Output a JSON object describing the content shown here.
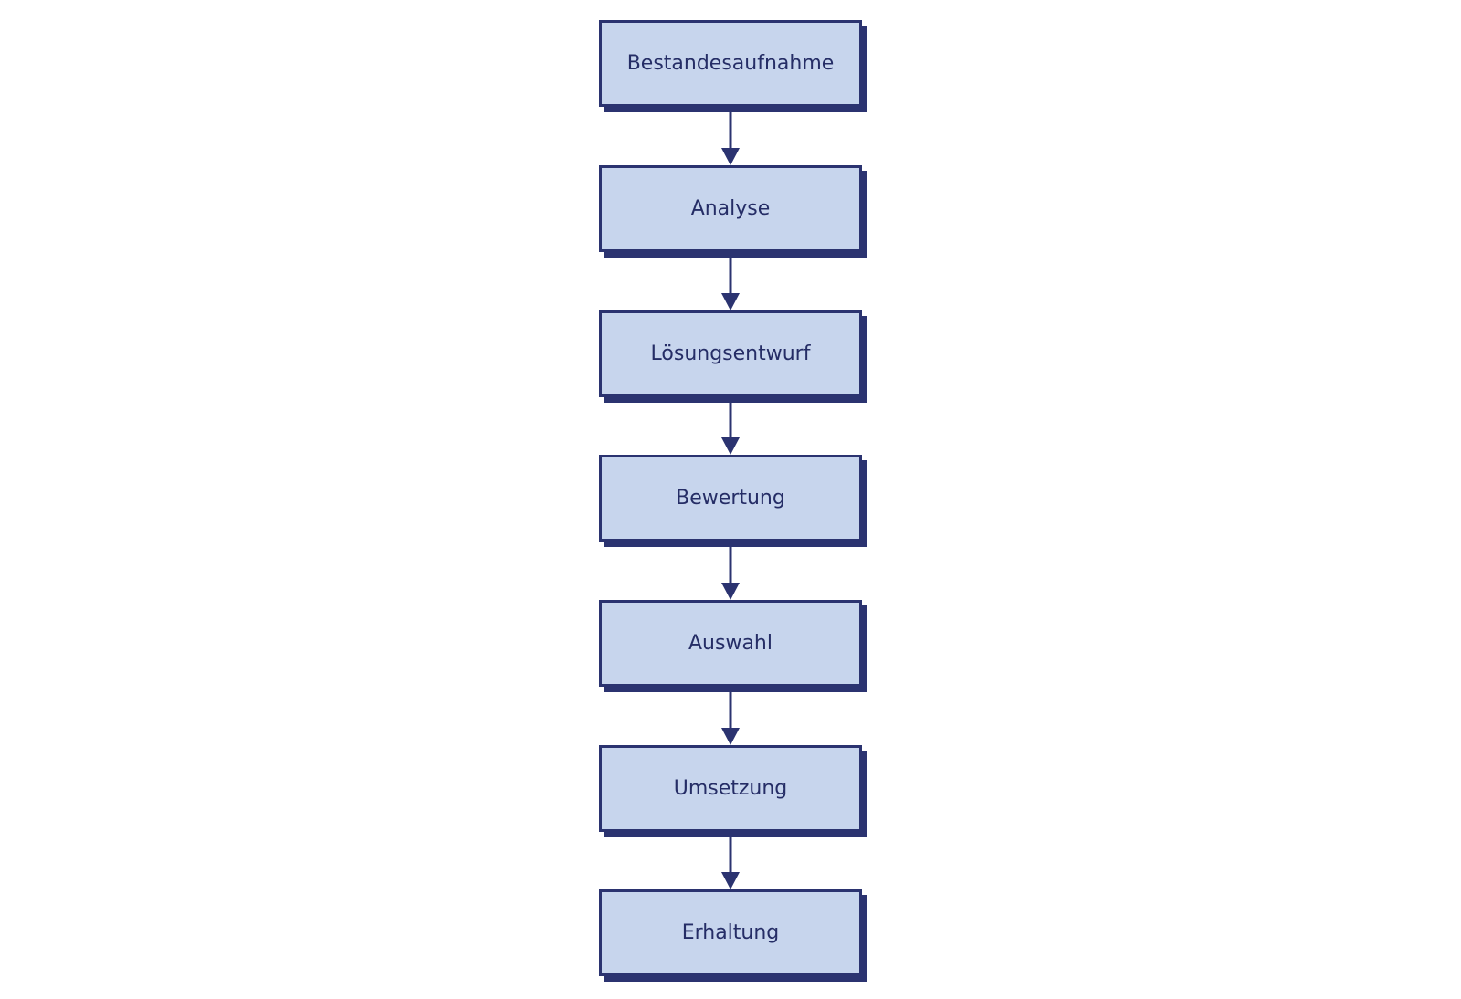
{
  "colors": {
    "box_fill": "#c7d5ed",
    "box_border": "#2b3370",
    "text": "#252d66",
    "arrow": "#2b3370"
  },
  "steps": [
    {
      "label": "Bestandesaufnahme"
    },
    {
      "label": "Analyse"
    },
    {
      "label": "Lösungsentwurf"
    },
    {
      "label": "Bewertung"
    },
    {
      "label": "Auswahl"
    },
    {
      "label": "Umsetzung"
    },
    {
      "label": "Erhaltung"
    }
  ]
}
